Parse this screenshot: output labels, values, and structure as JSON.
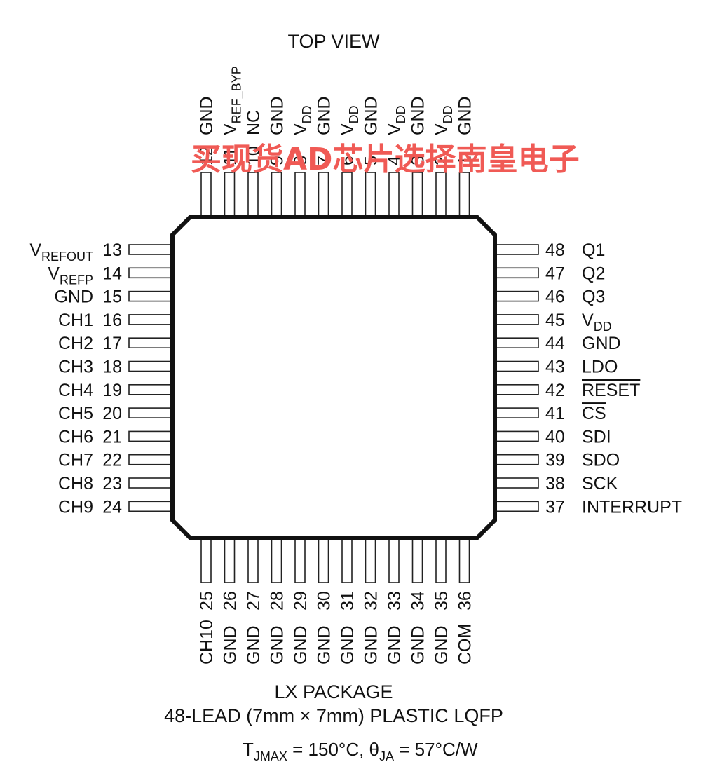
{
  "title": "TOP VIEW",
  "watermark": "买现货AD芯片选择南皇电子",
  "pins": {
    "top": [
      {
        "num": "12",
        "name": "GND"
      },
      {
        "num": "11",
        "name": "V",
        "sub": "REF_BYP"
      },
      {
        "num": "10",
        "name": "NC"
      },
      {
        "num": "9",
        "name": "GND"
      },
      {
        "num": "8",
        "name": "V",
        "sub": "DD"
      },
      {
        "num": "7",
        "name": "GND"
      },
      {
        "num": "6",
        "name": "V",
        "sub": "DD"
      },
      {
        "num": "5",
        "name": "GND"
      },
      {
        "num": "4",
        "name": "V",
        "sub": "DD"
      },
      {
        "num": "3",
        "name": "GND"
      },
      {
        "num": "2",
        "name": "V",
        "sub": "DD"
      },
      {
        "num": "1",
        "name": "GND"
      }
    ],
    "left": [
      {
        "num": "13",
        "name": "V",
        "sub": "REFOUT"
      },
      {
        "num": "14",
        "name": "V",
        "sub": "REFP"
      },
      {
        "num": "15",
        "name": "GND"
      },
      {
        "num": "16",
        "name": "CH1"
      },
      {
        "num": "17",
        "name": "CH2"
      },
      {
        "num": "18",
        "name": "CH3"
      },
      {
        "num": "19",
        "name": "CH4"
      },
      {
        "num": "20",
        "name": "CH5"
      },
      {
        "num": "21",
        "name": "CH6"
      },
      {
        "num": "22",
        "name": "CH7"
      },
      {
        "num": "23",
        "name": "CH8"
      },
      {
        "num": "24",
        "name": "CH9"
      }
    ],
    "right": [
      {
        "num": "48",
        "name": "Q1"
      },
      {
        "num": "47",
        "name": "Q2"
      },
      {
        "num": "46",
        "name": "Q3"
      },
      {
        "num": "45",
        "name": "V",
        "sub": "DD"
      },
      {
        "num": "44",
        "name": "GND"
      },
      {
        "num": "43",
        "name": "LDO"
      },
      {
        "num": "42",
        "name": "RESET",
        "overline": true
      },
      {
        "num": "41",
        "name": "CS",
        "overline": true
      },
      {
        "num": "40",
        "name": "SDI"
      },
      {
        "num": "39",
        "name": "SDO"
      },
      {
        "num": "38",
        "name": "SCK"
      },
      {
        "num": "37",
        "name": "INTERRUPT"
      }
    ],
    "bottom": [
      {
        "num": "25",
        "name": "CH10"
      },
      {
        "num": "26",
        "name": "GND"
      },
      {
        "num": "27",
        "name": "GND"
      },
      {
        "num": "28",
        "name": "GND"
      },
      {
        "num": "29",
        "name": "GND"
      },
      {
        "num": "30",
        "name": "GND"
      },
      {
        "num": "31",
        "name": "GND"
      },
      {
        "num": "32",
        "name": "GND"
      },
      {
        "num": "33",
        "name": "GND"
      },
      {
        "num": "34",
        "name": "GND"
      },
      {
        "num": "35",
        "name": "GND"
      },
      {
        "num": "36",
        "name": "COM"
      }
    ]
  },
  "package": {
    "line1": "LX PACKAGE",
    "line2": "48-LEAD (7mm × 7mm) PLASTIC LQFP"
  },
  "thermal": {
    "tj_main": "T",
    "tj_sub": "JMAX",
    "tj_value": " = 150°C, ",
    "theta_main": "θ",
    "theta_sub": "JA",
    "theta_value": " = 57°C/W"
  }
}
